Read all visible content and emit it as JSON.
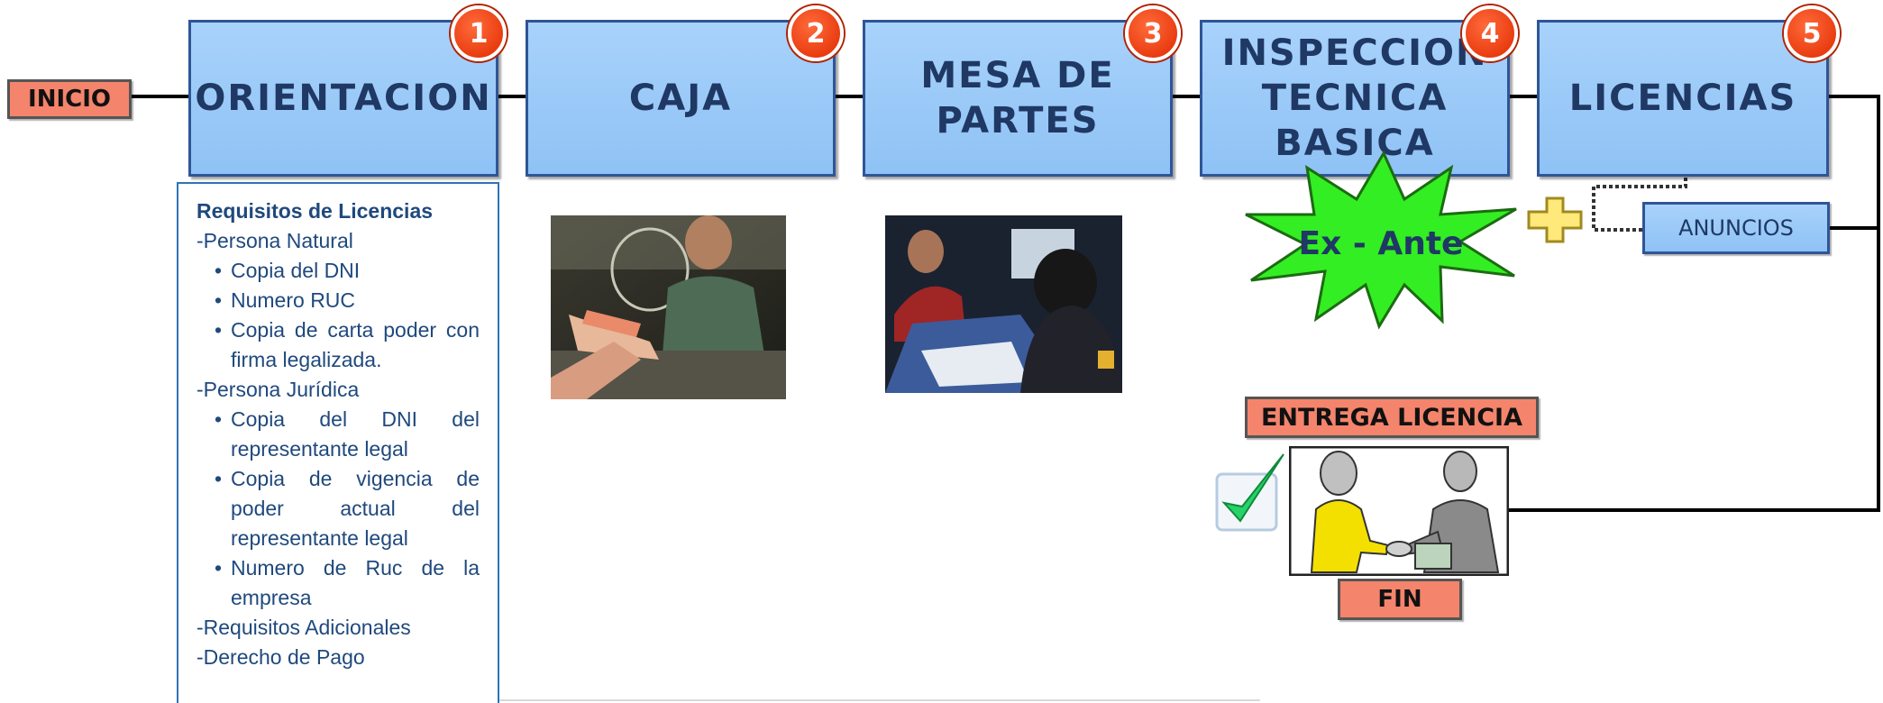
{
  "start_label": "INICIO",
  "end_label": "FIN",
  "steps": [
    {
      "number": "1",
      "label": "ORIENTACION"
    },
    {
      "number": "2",
      "label": "CAJA"
    },
    {
      "number": "3",
      "label": "MESA DE PARTES"
    },
    {
      "number": "4",
      "label": "INSPECCION TECNICA BASICA"
    },
    {
      "number": "5",
      "label": "LICENCIAS"
    }
  ],
  "requirements": {
    "title": "Requisitos de Licencias",
    "natural_heading": "-Persona Natural",
    "natural_items": [
      "Copia del DNI",
      " Numero RUC",
      "Copia de carta poder con firma legalizada."
    ],
    "juridica_heading": "-Persona Jurídica",
    "juridica_items": [
      "Copia del DNI del representante legal",
      "Copia de vigencia de poder actual del representante legal",
      "Numero de Ruc de la empresa"
    ],
    "extra_1": "-Requisitos Adicionales",
    "extra_2": "-Derecho de Pago"
  },
  "ex_ante_label": "Ex - Ante",
  "anuncios_label": "ANUNCIOS",
  "entrega_label": "ENTREGA LICENCIA",
  "colors": {
    "step_fill": "#99c9f8",
    "step_border": "#2f5597",
    "badge": "#e83a0c",
    "tag_fill": "#f4846c",
    "starburst": "#33ee22"
  }
}
